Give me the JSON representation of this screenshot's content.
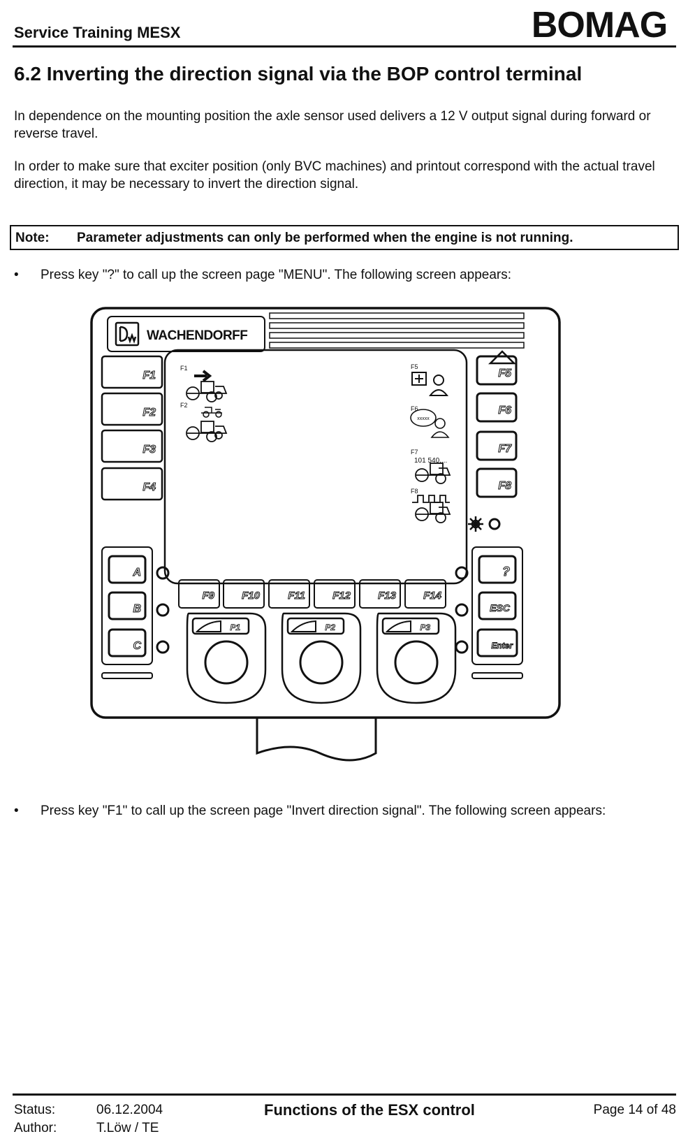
{
  "header": {
    "title": "Service Training MESX",
    "brand": "BOMAG"
  },
  "section": {
    "title": "6.2  Inverting the direction signal via the BOP control terminal"
  },
  "paragraphs": [
    "In dependence on the mounting position the axle sensor used delivers a 12 V output signal during forward or reverse travel.",
    "In order to make sure that exciter position (only BVC machines) and printout correspond with the actual travel direction, it may be necessary to invert the direction signal."
  ],
  "note": {
    "label": "Note:",
    "text": "Parameter adjustments can only be performed when the engine is not running."
  },
  "bullets": [
    "Press key \"?\" to call up the screen page \"MENU\". The following screen appears:",
    "Press key \"F1\" to call up the screen page \"Invert direction signal\". The following screen appears:"
  ],
  "terminal": {
    "brand": "WACHENDORFF",
    "left_keys": [
      "F1",
      "F2",
      "F3",
      "F4"
    ],
    "right_keys": [
      "F5",
      "F6",
      "F7",
      "F8"
    ],
    "bottom_keys": [
      "F9",
      "F10",
      "F11",
      "F12",
      "F13",
      "F14"
    ],
    "side_left_keys": [
      "A",
      "B",
      "C"
    ],
    "side_right_keys": [
      "?",
      "ESC",
      "Enter"
    ],
    "knobs": [
      "P1",
      "P2",
      "P3"
    ],
    "screen": {
      "labels": [
        "F1",
        "F2",
        "F5",
        "F6",
        "F7",
        "F8"
      ],
      "f7_value": "101 540....",
      "speech_text": "xxxxx"
    }
  },
  "footer": {
    "status_label": "Status:",
    "status_value": "06.12.2004",
    "author_label": "Author:",
    "author_value": "T.Löw / TE",
    "center": "Functions of the ESX control",
    "page": "Page 14 of 48"
  }
}
